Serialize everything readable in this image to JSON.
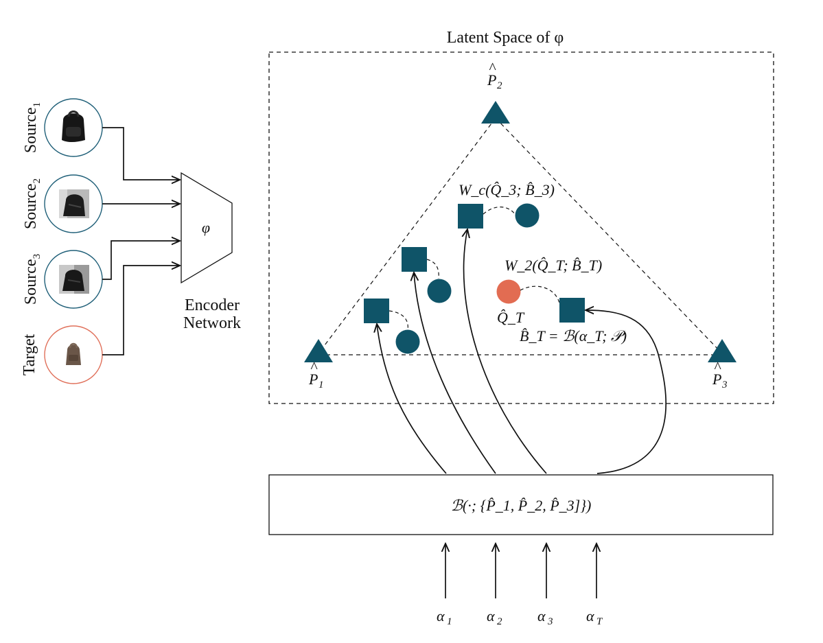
{
  "title": "Latent Space of φ",
  "colors": {
    "teal": "#0f5468",
    "target": "#e26c52",
    "circle_border_source": "#1f5f78",
    "circle_border_target": "#e0705a",
    "ink": "#111111"
  },
  "inputs": [
    {
      "label": "Source",
      "subscript": "1",
      "icon": "black-backpack-icon"
    },
    {
      "label": "Source",
      "subscript": "2",
      "icon": "black-backpack-photo-icon"
    },
    {
      "label": "Source",
      "subscript": "3",
      "icon": "black-backpack-photo-icon"
    },
    {
      "label": "Target",
      "subscript": "",
      "icon": "brown-backpack-icon"
    }
  ],
  "encoder": {
    "symbol": "φ",
    "label_line1": "Encoder",
    "label_line2": "Network"
  },
  "vertices": [
    {
      "name": "P",
      "subscript": "1"
    },
    {
      "name": "P",
      "subscript": "2"
    },
    {
      "name": "P",
      "subscript": "3"
    }
  ],
  "annotations": {
    "wc": "W_c(Q̂_3; B̂_3)",
    "w2": "W_2(Q̂_T; B̂_T)",
    "qt": "Q̂_T",
    "bt": "B̂_T = ℬ(α_T; 𝒫)"
  },
  "barycenter_box": "ℬ(·; {P̂_1, P̂_2, P̂_3]})",
  "alphas": [
    {
      "name": "α",
      "subscript": "1"
    },
    {
      "name": "α",
      "subscript": "2"
    },
    {
      "name": "α",
      "subscript": "3"
    },
    {
      "name": "α",
      "subscript": "T"
    }
  ]
}
